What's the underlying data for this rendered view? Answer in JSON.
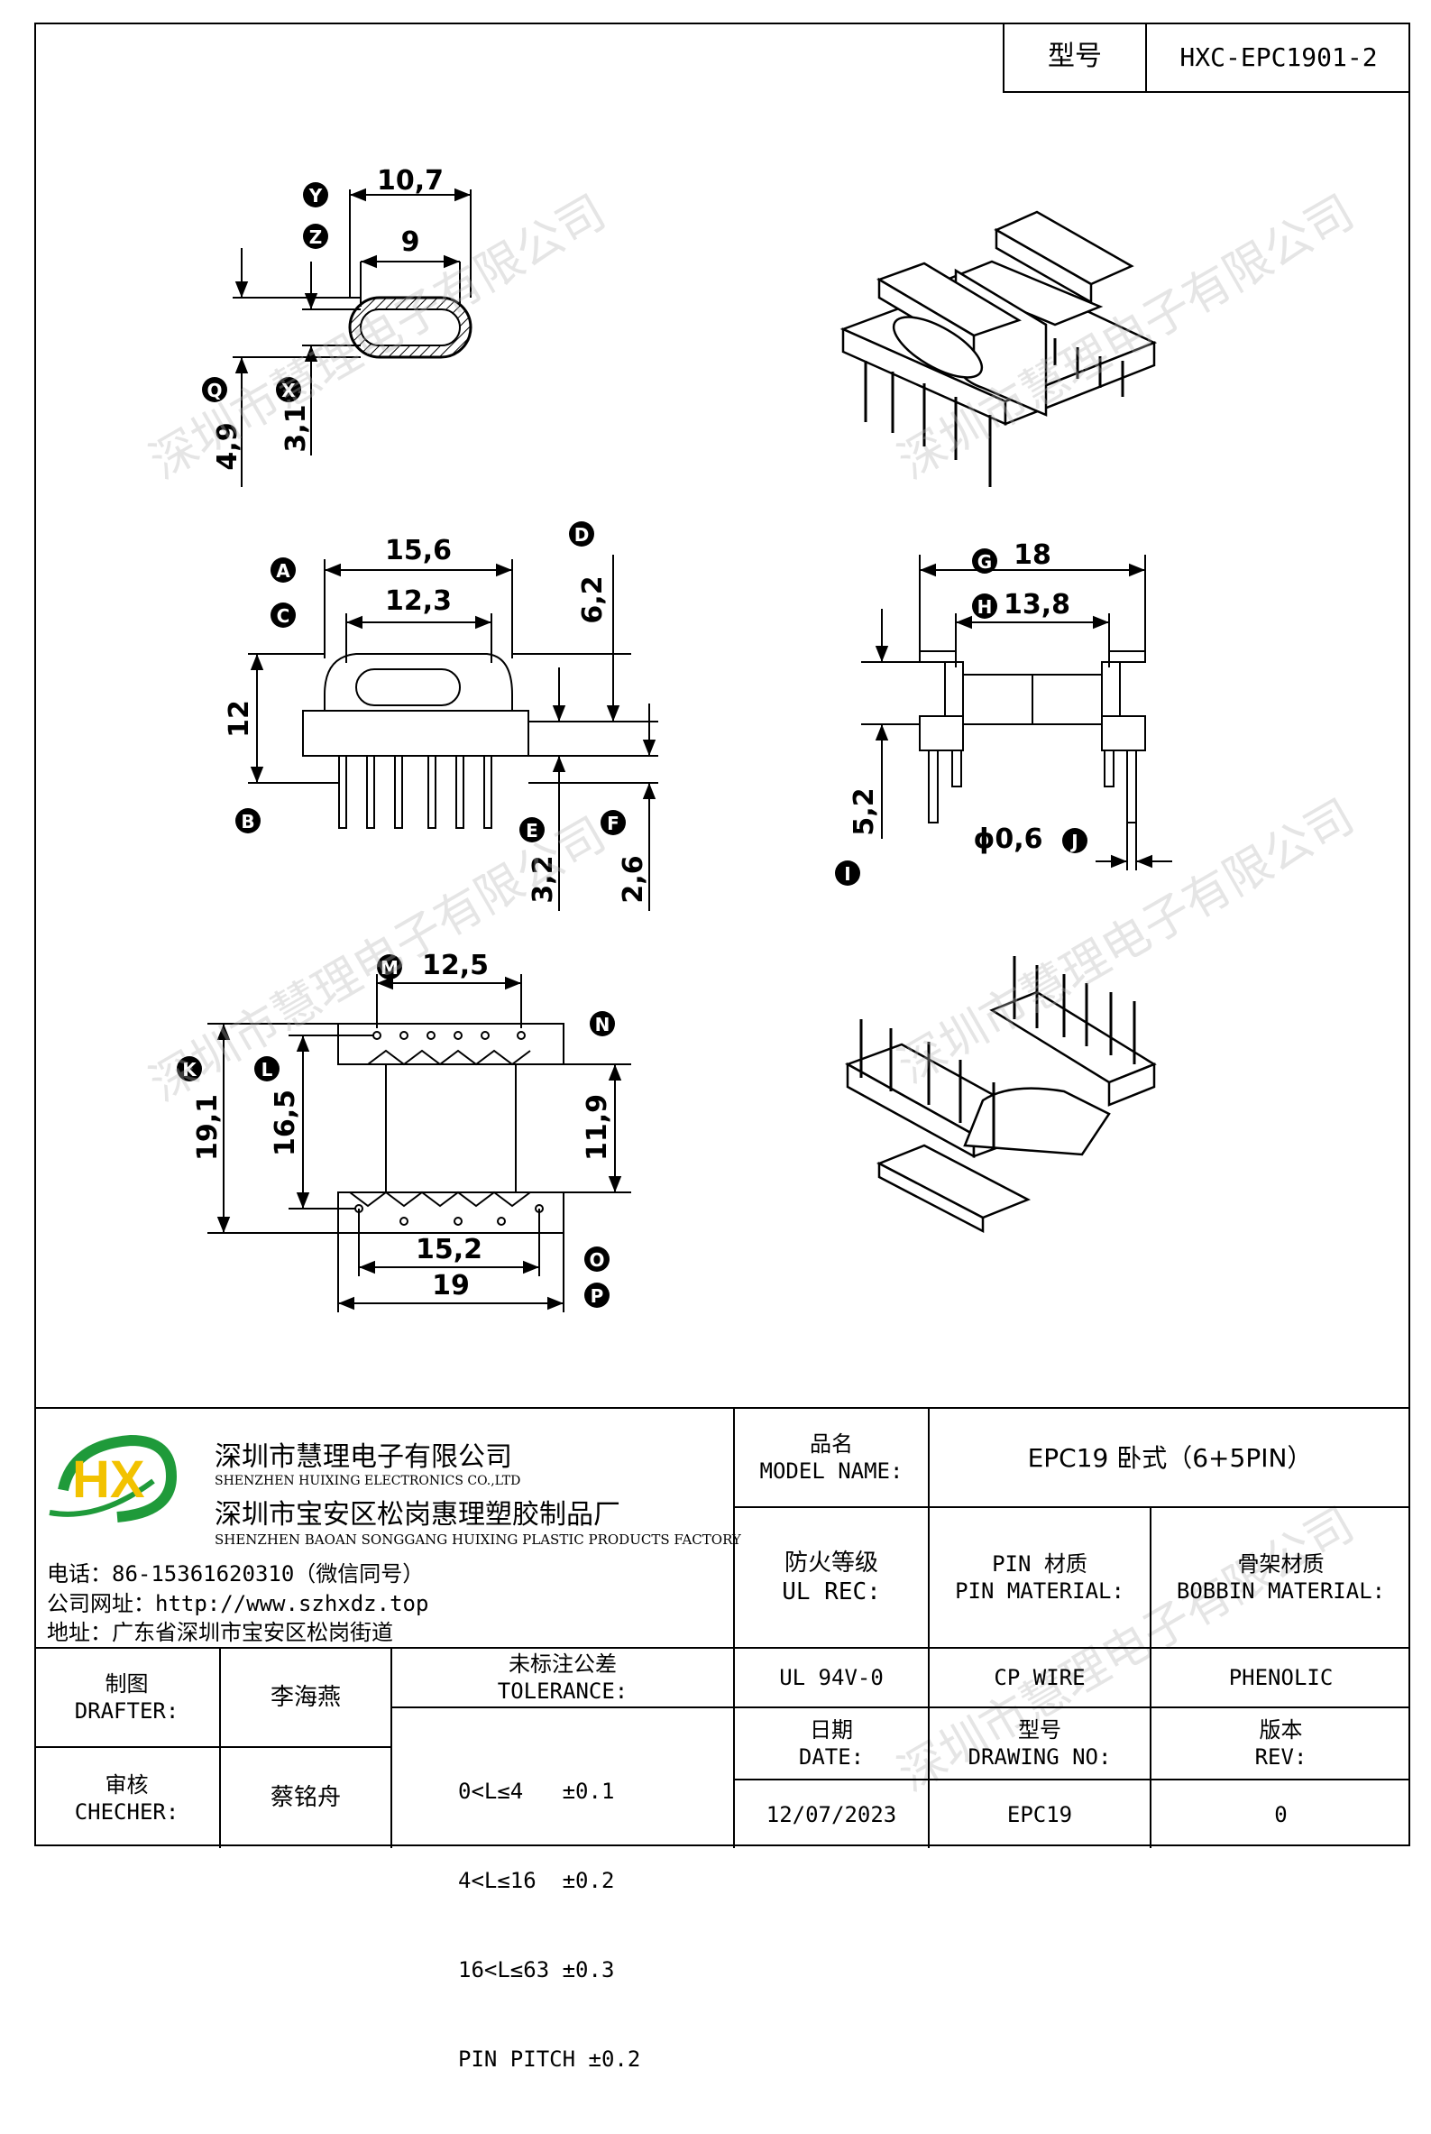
{
  "header": {
    "model_label": "型号",
    "model_value": "HXC-EPC1901-2"
  },
  "drawing": {
    "top_section": {
      "dim_outer_width": "10,7",
      "dim_inner_width": "9",
      "dim_outer_height": "4,9",
      "dim_inner_height": "3,1",
      "labels": [
        "Y",
        "Z",
        "Q",
        "X"
      ]
    },
    "front_view": {
      "dim_a": "15,6",
      "dim_c": "12,3",
      "dim_height": "12",
      "dim_d": "6,2",
      "dim_e": "3,2",
      "dim_f": "2,6",
      "labels": [
        "A",
        "C",
        "B",
        "D",
        "E",
        "F"
      ]
    },
    "side_view": {
      "dim_g": "18",
      "dim_h": "13,8",
      "dim_i": "5,2",
      "dim_j": "ϕ0,6",
      "labels": [
        "G",
        "H",
        "I",
        "J"
      ]
    },
    "bottom_view": {
      "dim_m": "12,5",
      "dim_k": "19,1",
      "dim_l": "16,5",
      "dim_n": "11,9",
      "dim_o": "15,2",
      "dim_p": "19",
      "labels": [
        "M",
        "N",
        "K",
        "L",
        "O",
        "P"
      ]
    }
  },
  "watermark": "深圳市慧理电子有限公司",
  "company": {
    "logo_text": "HX",
    "name_cn_1": "深圳市慧理电子有限公司",
    "name_en_1": "SHENZHEN HUIXING ELECTRONICS CO.,LTD",
    "name_cn_2": "深圳市宝安区松岗惠理塑胶制品厂",
    "name_en_2": "SHENZHEN BAOAN SONGGANG HUIXING PLASTIC PRODUCTS FACTORY",
    "phone": "电话：86-15361620310（微信同号）",
    "website": "公司网址：http://www.szhxdz.top",
    "address": "地址：广东省深圳市宝安区松岗街道"
  },
  "title_block": {
    "product_name_cn": "品名",
    "product_name_en": "MODEL NAME:",
    "product_name_value": "EPC19 卧式（6+5PIN）",
    "ul_label_cn": "防火等级",
    "ul_label_en": "UL REC:",
    "pin_material_cn": "PIN 材质",
    "pin_material_en": "PIN MATERIAL:",
    "bobbin_material_cn": "骨架材质",
    "bobbin_material_en": "BOBBIN MATERIAL:",
    "ul_value": "UL 94V-0",
    "pin_material_value": "CP WIRE",
    "bobbin_material_value": "PHENOLIC",
    "drafter_cn": "制图",
    "drafter_en": "DRAFTER:",
    "drafter_name": "李海燕",
    "checker_cn": "审核",
    "checker_en": "CHECHER:",
    "checker_name": "蔡铭舟",
    "tolerance_cn": "未标注公差",
    "tolerance_en": "TOLERANCE:",
    "tolerance_rows": [
      "0<L≤4   ±0.1",
      "4<L≤16  ±0.2",
      "16<L≤63 ±0.3",
      "PIN PITCH ±0.2"
    ],
    "date_cn": "日期",
    "date_en": "DATE:",
    "drawing_no_cn": "型号",
    "drawing_no_en": "DRAWING NO:",
    "rev_cn": "版本",
    "rev_en": "REV:",
    "date_value": "12/07/2023",
    "drawing_no_value": "EPC19",
    "rev_value": "0"
  },
  "colors": {
    "logo_green": "#1f9a3a",
    "logo_yellow": "#f2c200",
    "line": "#000000"
  }
}
